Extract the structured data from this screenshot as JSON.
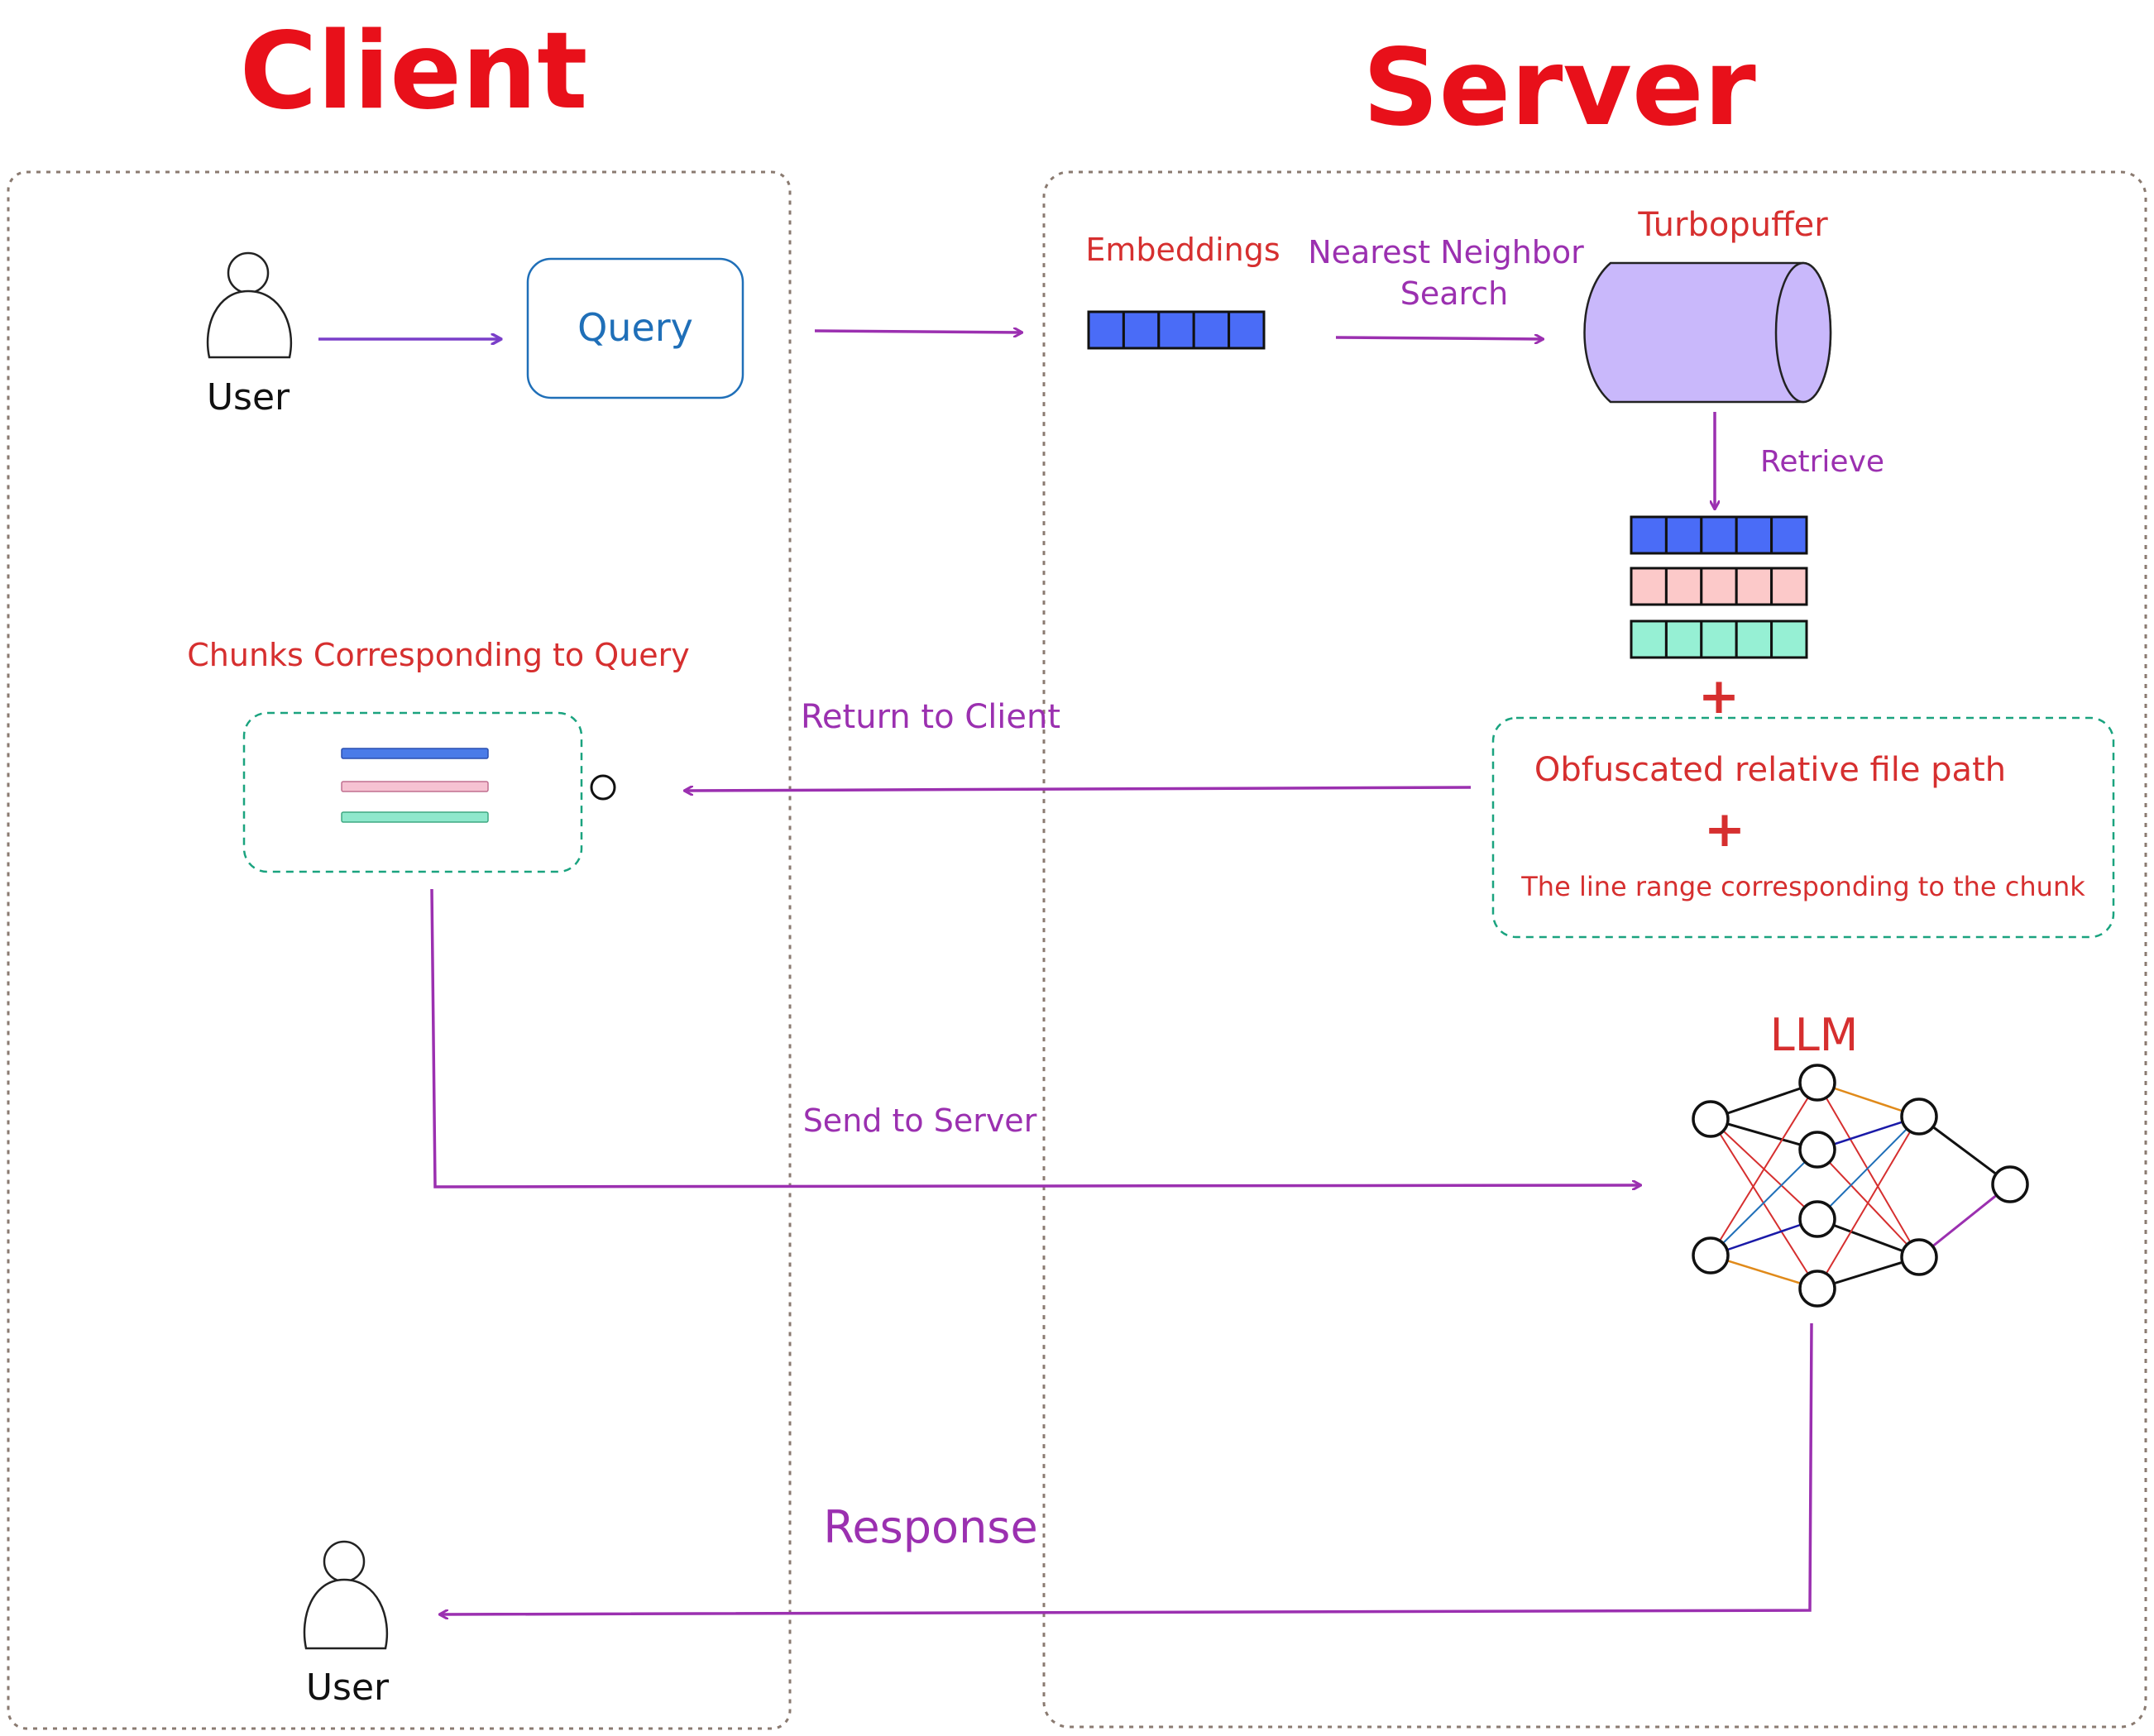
{
  "client_title": "Client",
  "server_title": "Server",
  "colors": {
    "title_red": "#e8101a",
    "label_red": "#d62f2f",
    "purple": "#9b30b0",
    "query_blue": "#1f6fb8",
    "vector_blue": "#4a6cf7",
    "vector_pink": "#fcc9c9",
    "vector_green": "#96f0d4",
    "cylinder": "#c9b8fb",
    "dashed_teal": "#1aa37f",
    "boundary": "#8a7a70"
  },
  "client": {
    "user_top_label": "User",
    "query_label": "Query",
    "chunks_label": "Chunks Corresponding to Query",
    "user_bottom_label": "User"
  },
  "server": {
    "embeddings_label": "Embeddings",
    "nn_search_line1": "Nearest Neighbor",
    "nn_search_line2": "Search",
    "turbopuffer_label": "Turbopuffer",
    "retrieve_label": "Retrieve",
    "plus_1": "+",
    "obfuscated_label": "Obfuscated relative file path",
    "plus_2": "+",
    "line_range_label": "The line range corresponding to the chunk",
    "llm_label": "LLM"
  },
  "flows": {
    "return_to_client": "Return to Client",
    "send_to_server": "Send to Server",
    "response": "Response"
  },
  "icons": [
    "user-icon",
    "database-cylinder-icon",
    "neural-network-icon"
  ]
}
